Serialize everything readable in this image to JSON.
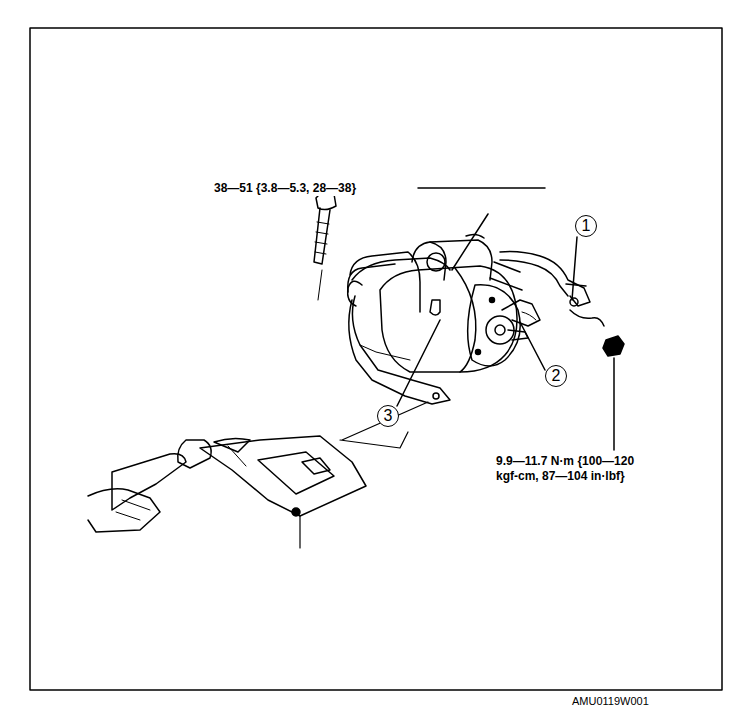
{
  "diagram": {
    "nodes": [
      {
        "text": [
          "1"
        ]
      },
      {
        "text": [
          "2"
        ]
      },
      {
        "text": [
          "3"
        ]
      }
    ],
    "labels": [
      "38—51 {3.8—5.3, 28—38}",
      "9.9—11.7 N·m {100—120 kgf-cm, 87—104 in·lbf}",
      "AMU0119W001"
    ]
  }
}
